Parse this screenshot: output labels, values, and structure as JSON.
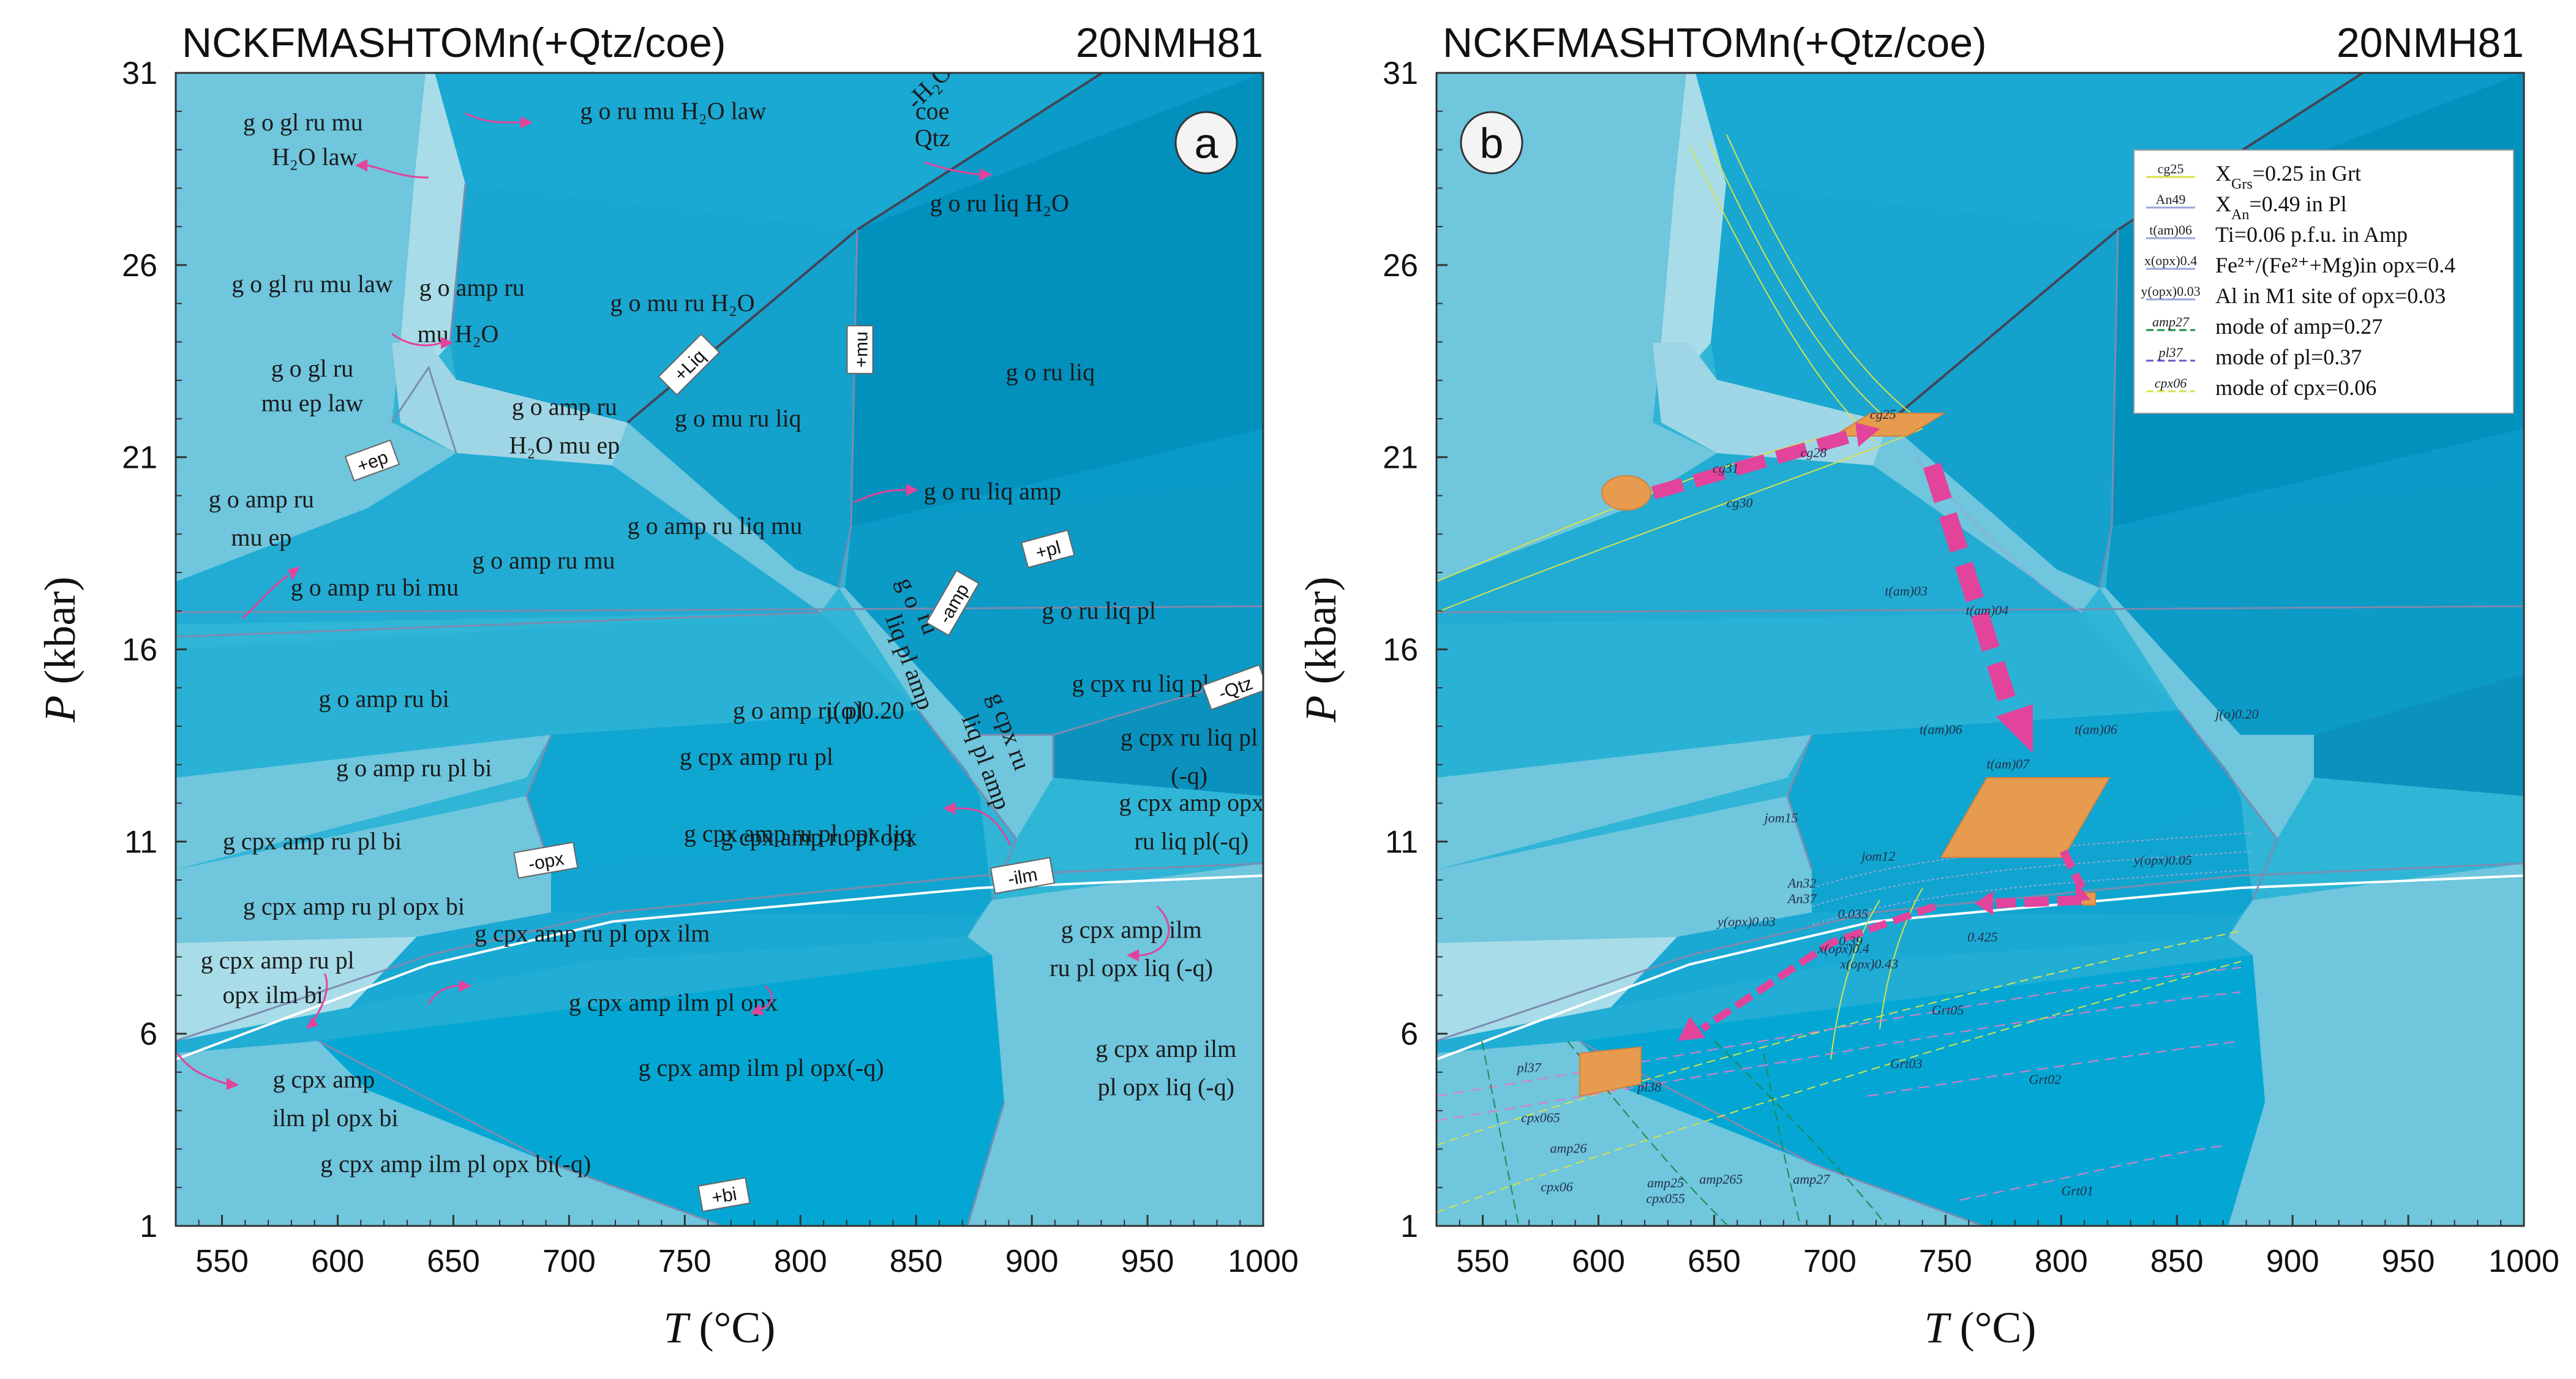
{
  "panels": [
    {
      "title": "NCKFMASHTOMn(+Qtz/coe)",
      "sample": "20NMH81",
      "letter": "a",
      "ylabel_var": "P",
      "ylabel_unit": "(kbar)",
      "xlabel_var": "T",
      "xlabel_unit": "(°C)"
    },
    {
      "title": "NCKFMASHTOMn(+Qtz/coe)",
      "sample": "20NMH81",
      "letter": "b",
      "ylabel_var": "P",
      "ylabel_unit": "(kbar)",
      "xlabel_var": "T",
      "xlabel_unit": "(°C)"
    }
  ],
  "axes": {
    "x_ticks": [
      550,
      600,
      650,
      700,
      750,
      800,
      850,
      900,
      950,
      1000
    ],
    "y_ticks": [
      31,
      26,
      21,
      16,
      11,
      6,
      1
    ],
    "xlim": [
      530,
      1000
    ],
    "ylim": [
      1,
      31
    ]
  },
  "colors": {
    "light": "#6fc6dd",
    "mid": "#2fb5d6",
    "bright": "#13a9d3",
    "deep": "#0290bd",
    "pale": "#a8dce8",
    "band": "#c9e7ee",
    "boundary": "#7d8bb0",
    "arrow": "#e2449b",
    "box": "#ffffff",
    "orange": "#e79b4e"
  },
  "field_labels_a": [
    [
      "g o gl ru mu",
      585,
      29.5
    ],
    [
      "H₂O law",
      590,
      28.6
    ],
    [
      "g o ru mu H₂O law",
      745,
      29.8
    ],
    [
      "coe",
      857,
      29.8
    ],
    [
      "Qtz",
      857,
      29.1
    ],
    [
      "g o ru liq H₂O",
      886,
      27.4
    ],
    [
      "g o gl ru mu law",
      589,
      25.3
    ],
    [
      "g o amp ru",
      658,
      25.2
    ],
    [
      "mu H₂O",
      652,
      24.0
    ],
    [
      "g o mu ru H₂O",
      749,
      24.8
    ],
    [
      "g o ru liq",
      908,
      23.0
    ],
    [
      "g o gl ru",
      589,
      23.1
    ],
    [
      "mu ep law",
      589,
      22.2
    ],
    [
      "g o amp ru",
      698,
      22.1
    ],
    [
      "H₂O mu ep",
      698,
      21.1
    ],
    [
      "g o mu ru liq",
      773,
      21.8
    ],
    [
      "g o amp ru",
      567,
      19.7
    ],
    [
      "mu ep",
      567,
      18.7
    ],
    [
      "g o amp ru liq mu",
      763,
      19.0
    ],
    [
      "g o ru liq amp",
      883,
      19.9
    ],
    [
      "g o amp ru mu",
      689,
      18.1
    ],
    [
      "g o amp ru bi mu",
      616,
      17.4
    ],
    [
      "g o  ru liq pl",
      929,
      16.8
    ],
    [
      "g o amp ru bi",
      620,
      14.5
    ],
    [
      "g cpx ru liq pl",
      947,
      14.9
    ],
    [
      "g cpx  ru liq pl",
      968,
      13.5
    ],
    [
      "(-q)",
      968,
      12.5
    ],
    [
      "g o amp ru pl",
      799,
      14.2
    ],
    [
      "j(o)0.20",
      828,
      14.2
    ],
    [
      "g cpx amp ru pl",
      781,
      13.0
    ],
    [
      "g o amp ru pl bi",
      633,
      12.7
    ],
    [
      "g cpx  amp opx",
      969,
      11.8
    ],
    [
      "ru liq pl(-q)",
      969,
      10.8
    ],
    [
      "g cpx amp ru pl bi",
      589,
      10.8
    ],
    [
      "g cpx amp ru pl opx liq",
      799,
      11.0
    ],
    [
      "g cpx amp ru pl opx",
      808,
      10.9
    ],
    [
      "g cpx amp ru pl opx bi",
      607,
      9.1
    ],
    [
      "g cpx amp ilm",
      943,
      8.5
    ],
    [
      "ru pl opx liq (-q)",
      943,
      7.5
    ],
    [
      "g cpx amp ru pl",
      574,
      7.7
    ],
    [
      "opx ilm bi",
      572,
      6.8
    ],
    [
      "g cpx amp ru pl opx ilm",
      710,
      8.4
    ],
    [
      "g cpx amp ilm pl opx",
      745,
      6.6
    ],
    [
      "g cpx amp ilm",
      958,
      5.4
    ],
    [
      "pl opx liq (-q)",
      958,
      4.4
    ],
    [
      "g cpx amp",
      594,
      4.6
    ],
    [
      "ilm pl opx bi",
      599,
      3.6
    ],
    [
      "g cpx amp ilm pl opx(-q)",
      783,
      4.9
    ],
    [
      "g cpx amp ilm pl opx bi(-q)",
      651,
      2.4
    ]
  ],
  "rotated_labels_a": [
    [
      "-H₂O",
      858,
      30.5,
      -45
    ],
    [
      "g o",
      844,
      17.4,
      70
    ],
    [
      "ru",
      852,
      16.6,
      70
    ],
    [
      "liq pl amp",
      844,
      15.6,
      70
    ],
    [
      "g cpx  ru",
      887,
      13.8,
      70
    ],
    [
      "liq pl amp",
      877,
      13.0,
      70
    ]
  ],
  "box_labels_a": [
    [
      "+Liq",
      752,
      23.4,
      -45
    ],
    [
      "+mu",
      826,
      23.8,
      -90
    ],
    [
      "+ep",
      615,
      20.9,
      -20
    ],
    [
      "+pl",
      907,
      18.6,
      -15
    ],
    [
      "-amp",
      866,
      17.2,
      -60
    ],
    [
      "-Qtz",
      988,
      15.0,
      -20
    ],
    [
      "-opx",
      690,
      10.5,
      -10
    ],
    [
      "-ilm",
      896,
      10.1,
      -10
    ],
    [
      "+bi",
      767,
      1.8,
      -10
    ]
  ],
  "legend_b": [
    [
      "cg25",
      "X",
      "Grs",
      "=0.25 in Grt"
    ],
    [
      "An49",
      "X",
      "An",
      "=0.49 in Pl"
    ],
    [
      "t(am)06",
      "Ti=0.06 p.f.u. in Amp",
      "",
      ""
    ],
    [
      "x(opx)0.4",
      "Fe²⁺/(Fe²⁺+Mg)in opx=0.4",
      "",
      ""
    ],
    [
      "y(opx)0.03",
      "Al in M1 site of opx=0.03",
      "",
      ""
    ],
    [
      "amp27",
      "mode of amp=0.27",
      "",
      ""
    ],
    [
      "pl37",
      "mode of pl=0.37",
      "",
      ""
    ],
    [
      "cpx06",
      "mode of cpx=0.06",
      "",
      ""
    ]
  ],
  "iso_labels_b": [
    [
      "cg25",
      723,
      22.0
    ],
    [
      "cg28",
      693,
      21.0
    ],
    [
      "cg31",
      655,
      20.6
    ],
    [
      "cg30",
      661,
      19.7
    ],
    [
      "t(am)03",
      733,
      17.4
    ],
    [
      "t(am)04",
      768,
      16.9
    ],
    [
      "t(am)06",
      748,
      13.8
    ],
    [
      "t(am)07",
      777,
      12.9
    ],
    [
      "t(am)06",
      815,
      13.8
    ],
    [
      "j(o)0.20",
      876,
      14.2
    ],
    [
      "jom15",
      679,
      11.5
    ],
    [
      "jom12",
      721,
      10.5
    ],
    [
      "An32",
      688,
      9.8
    ],
    [
      "An37",
      688,
      9.4
    ],
    [
      "0.035",
      710,
      9.0
    ],
    [
      "0.39",
      709,
      8.3
    ],
    [
      "x(opx)0.4",
      706,
      8.1
    ],
    [
      "x(opx)0.43",
      717,
      7.7
    ],
    [
      "0.425",
      766,
      8.4
    ],
    [
      "y(opx)0.03",
      664,
      8.8
    ],
    [
      "y(opx)0.05",
      844,
      10.4
    ],
    [
      "Grt05",
      751,
      6.5
    ],
    [
      "Grt03",
      733,
      5.1
    ],
    [
      "Grt02",
      793,
      4.7
    ],
    [
      "Grt01",
      807,
      1.8
    ],
    [
      "pl37",
      570,
      5.0
    ],
    [
      "pl38",
      622,
      4.5
    ],
    [
      "cpx065",
      575,
      3.7
    ],
    [
      "amp26",
      587,
      2.9
    ],
    [
      "amp25",
      629,
      2.0
    ],
    [
      "amp265",
      653,
      2.1
    ],
    [
      "amp27",
      692,
      2.1
    ],
    [
      "cpx055",
      629,
      1.6
    ],
    [
      "cpx06",
      582,
      1.9
    ]
  ]
}
